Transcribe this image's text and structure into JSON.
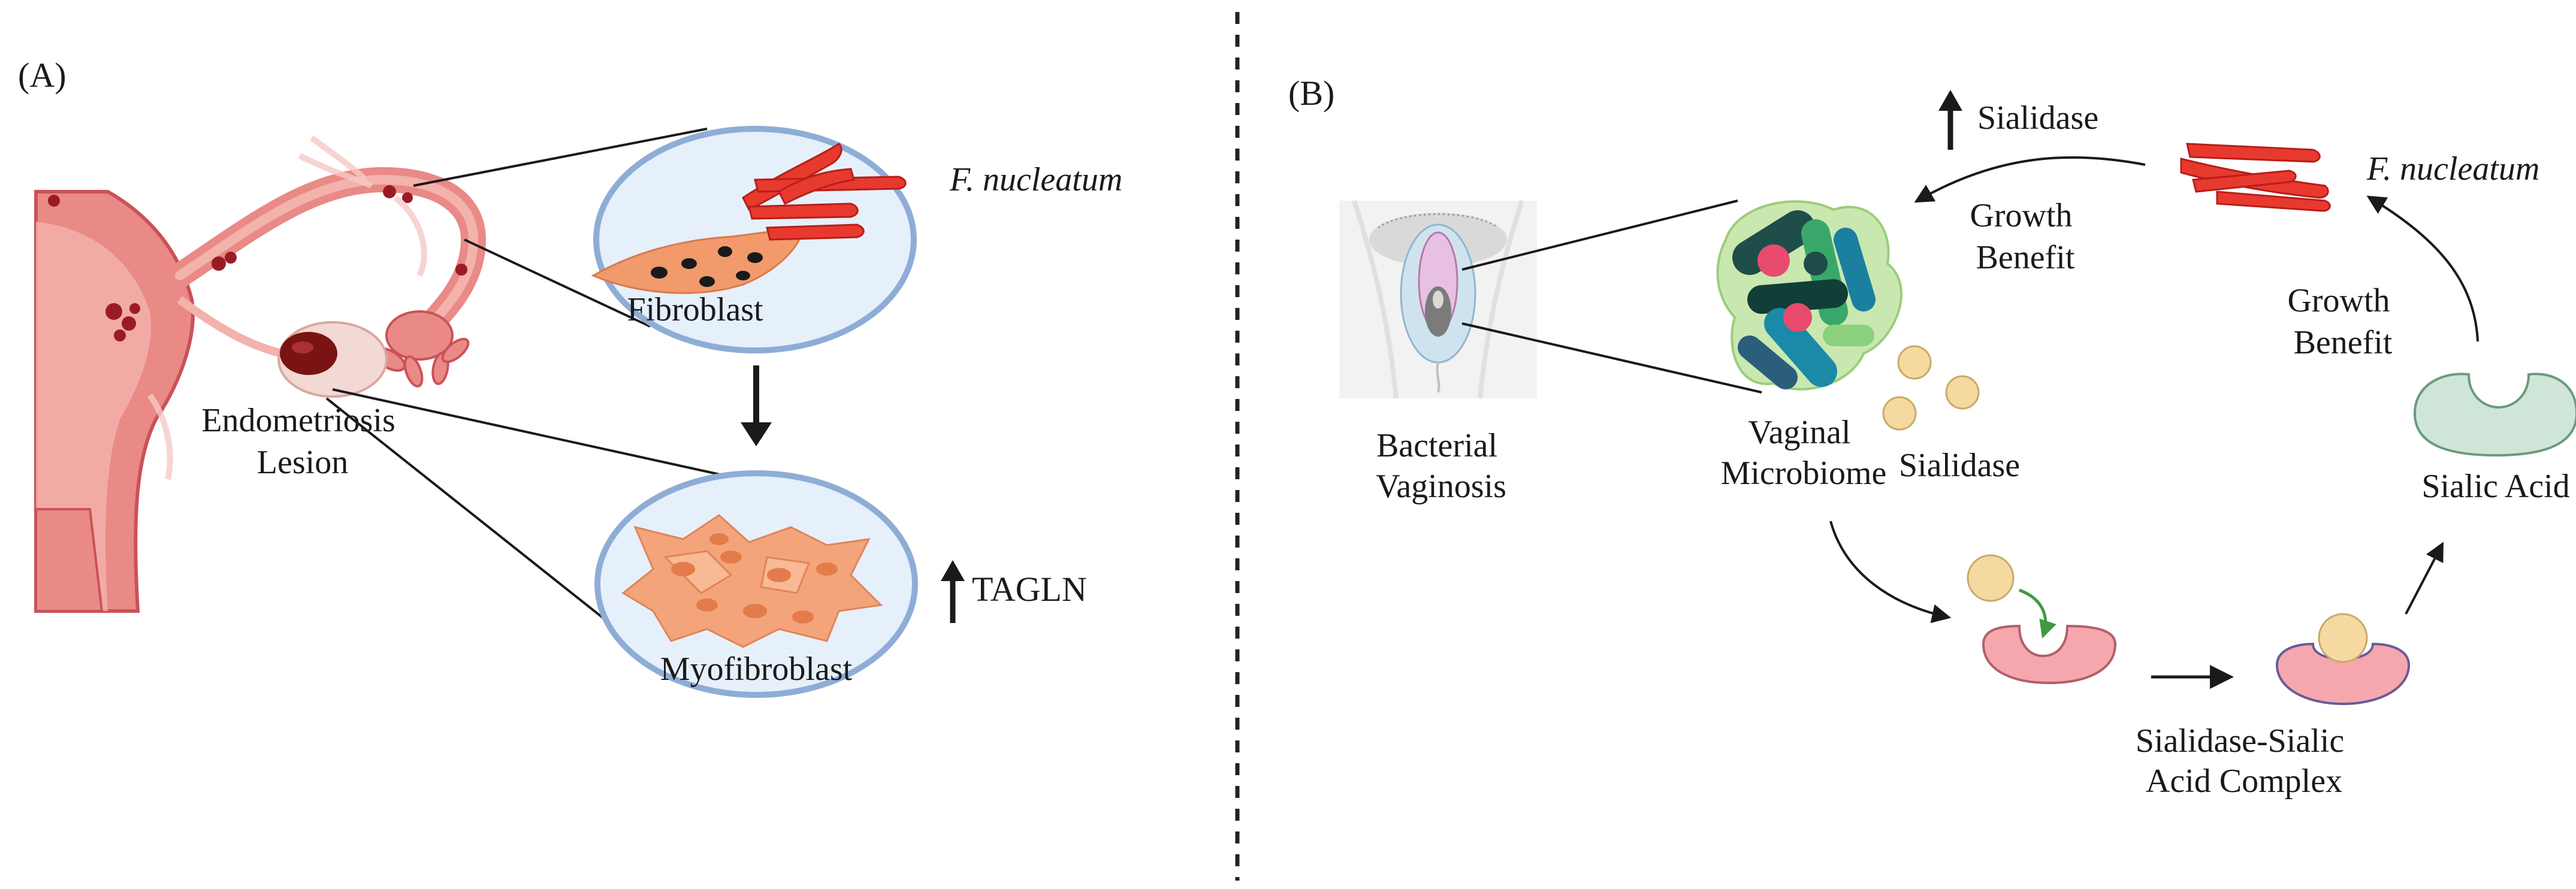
{
  "panel_a": {
    "label": "(A)",
    "lesion_label": [
      "Endometriosis",
      "Lesion"
    ],
    "bacteria_label": "F. nucleatum",
    "fibroblast_label": "Fibroblast",
    "myofibroblast_label": "Myofibroblast",
    "marker_label": "TAGLN",
    "marker_direction": "up"
  },
  "panel_b": {
    "label": "(B)",
    "bv_label": [
      "Bacterial",
      "Vaginosis"
    ],
    "microbiome_label": [
      "Vaginal",
      "Microbiome"
    ],
    "sialidase_label": "Sialidase",
    "sialidase_up_label": "Sialidase",
    "growth_benefit_top": [
      "Growth",
      "Benefit"
    ],
    "growth_benefit_right": [
      "Growth",
      "Benefit"
    ],
    "bacteria_label": "F. nucleatum",
    "sialic_acid_label": "Sialic Acid",
    "complex_label": [
      "Sialidase-Sialic",
      "Acid Complex"
    ]
  },
  "colors": {
    "uterus": "#e98a86",
    "uterus_dark": "#c9525a",
    "lesion": "#7a1414",
    "bacteria": "#e8392f",
    "fibroblast": "#f29a6b",
    "myofibroblast": "#f4a47a",
    "circle_fill": "#e6f0fa",
    "circle_stroke": "#8eadd6",
    "microbiome_bg": "#c9e8b0",
    "sialidase_dot": "#f6d9a0",
    "receptor_pink": "#f5a7ad",
    "receptor_green": "#cfe5d8",
    "divider": "#222222"
  }
}
